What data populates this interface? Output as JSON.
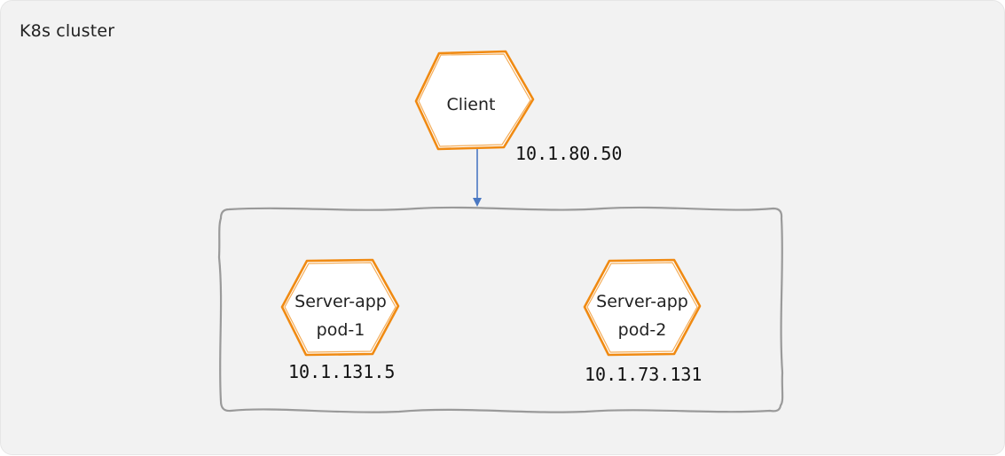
{
  "cluster": {
    "label": "K8s cluster"
  },
  "client": {
    "name": "Client",
    "ip": "10.1.80.50"
  },
  "pods": [
    {
      "line1": "Server-app",
      "line2": "pod-1",
      "ip": "10.1.131.5"
    },
    {
      "line1": "Server-app",
      "line2": "pod-2",
      "ip": "10.1.73.131"
    }
  ],
  "colors": {
    "background": "#f2f2f2",
    "node_stroke": "#f08a12",
    "node_fill": "#ffffff",
    "group_stroke": "#9a9a9a",
    "arrow": "#4a78c2"
  }
}
